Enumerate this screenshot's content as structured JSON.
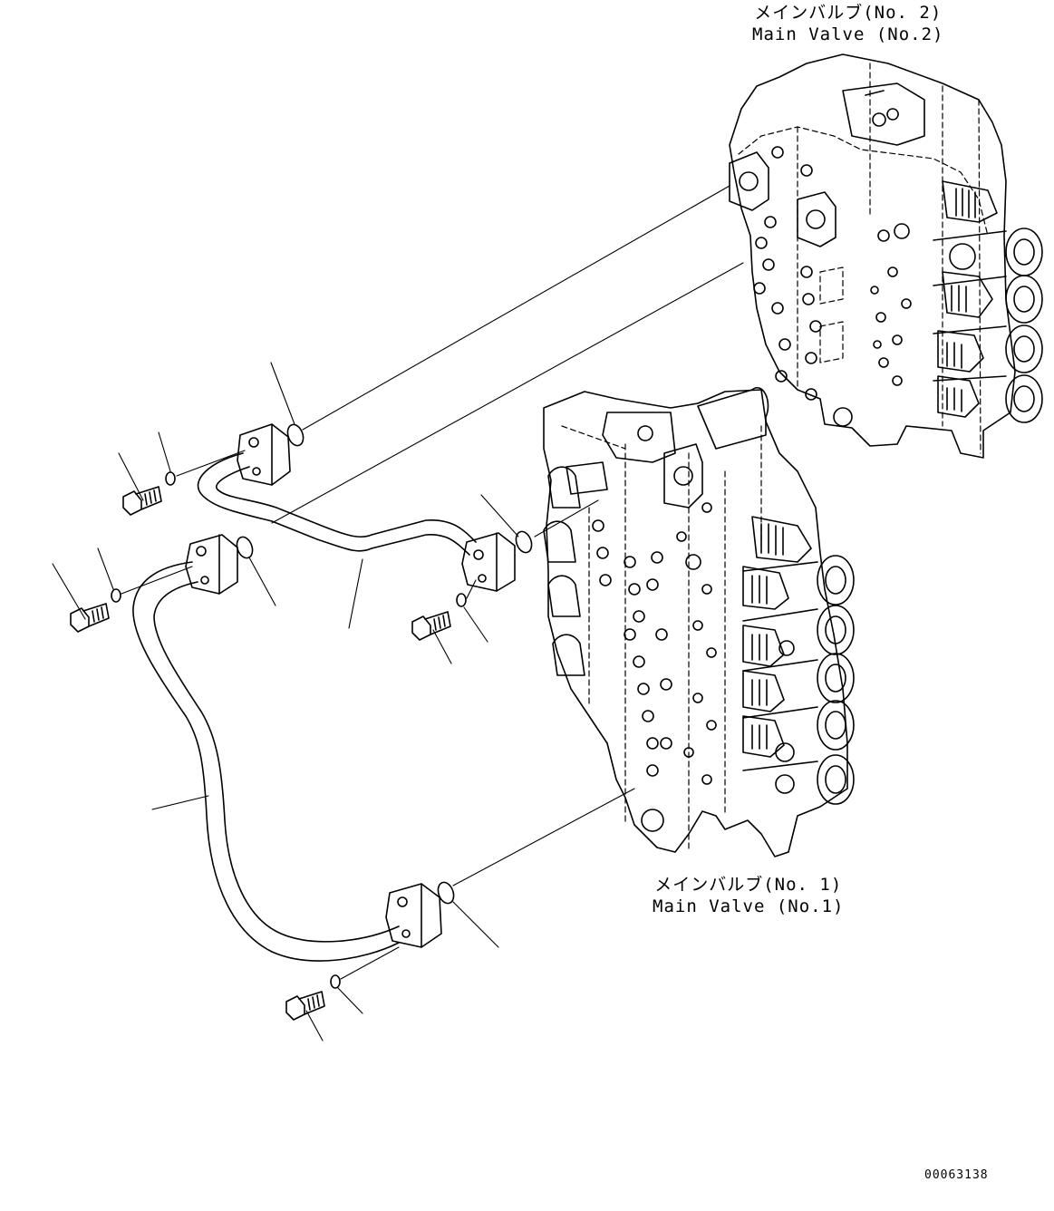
{
  "labels": {
    "main_valve_2_jp": "メインバルブ(No. 2)",
    "main_valve_2_en": "Main Valve (No.2)",
    "main_valve_1_jp": "メインバルブ(No. 1)",
    "main_valve_1_en": "Main Valve (No.1)",
    "drawing_number": "00063138"
  },
  "style": {
    "line_color": "#000000",
    "background": "#ffffff"
  }
}
